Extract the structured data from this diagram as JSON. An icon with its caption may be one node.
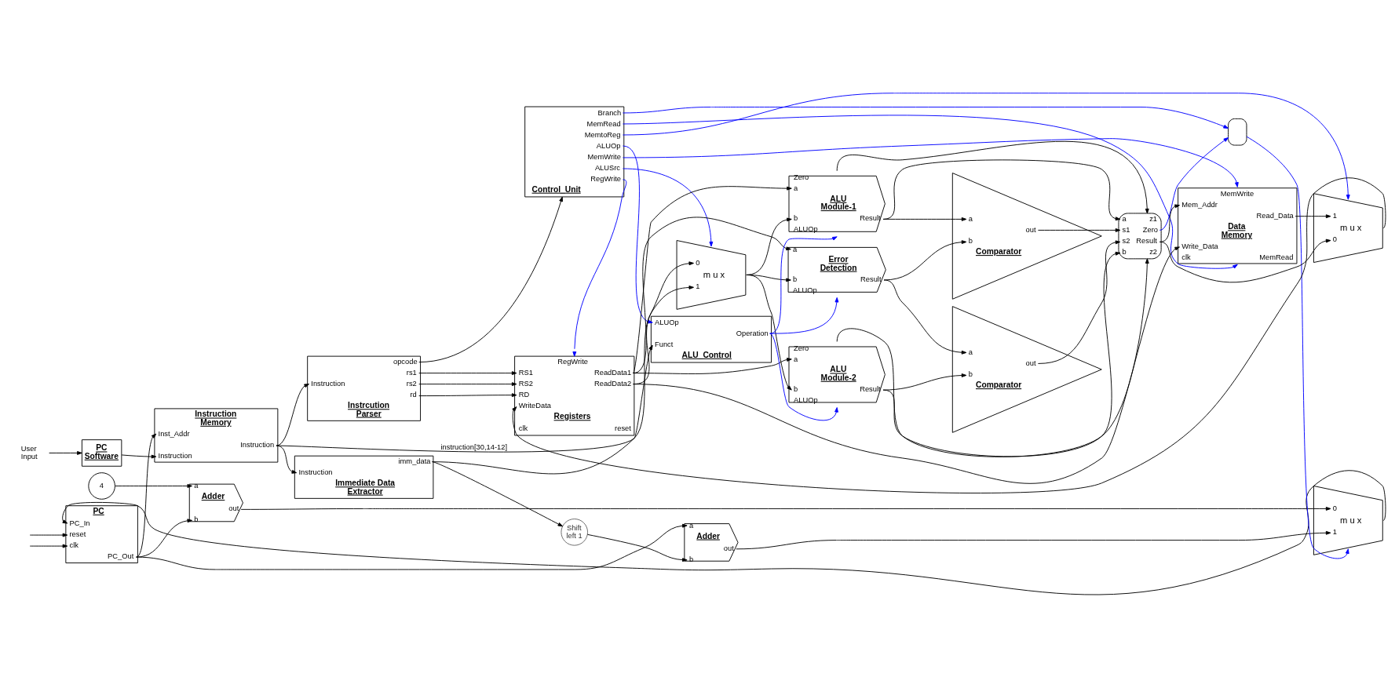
{
  "diagram": {
    "nodes": [
      {
        "text": [
          "0",
          "m u x",
          "1"
        ]
      },
      {
        "text": [
          "a",
          "Adder",
          "out",
          "b"
        ]
      },
      {
        "text": [
          "4"
        ]
      },
      {
        "text": [
          "a",
          "Adder",
          "out",
          "b"
        ]
      },
      {
        "text": [],
        "shape": "gate"
      },
      {
        "text": [
          "Shift left 1"
        ]
      },
      {
        "text": [
          "Branch",
          "MemRead",
          "MemtoReg",
          "ALUOp",
          "MemWrite",
          "ALUSrc",
          "RegWrite",
          "Control_Unit"
        ]
      },
      {
        "text": [
          "Zero",
          "a",
          "ALU Module-1",
          "Result",
          "b",
          "ALUOp"
        ]
      },
      {
        "text": [
          "PC",
          "PC_In",
          "reset",
          "clk",
          "PC_Out"
        ]
      },
      {
        "text": [
          "Instruction Memory",
          "Inst_Addr",
          "Instruction",
          "Instruction"
        ]
      },
      {
        "text": [
          "opcode",
          "rs1",
          "Instruction",
          "rs2",
          "rd",
          "Instrcution Parser"
        ]
      },
      {
        "text": [
          "RegWrite",
          "RS1",
          "ReadData1",
          "RS2",
          "ReadData2",
          "RD",
          "WriteData",
          "Registers",
          "clk",
          "reset"
        ]
      },
      {
        "text": [
          "a",
          "out",
          "b",
          "Comparator"
        ]
      },
      {
        "text": [
          "a",
          "z1",
          "s1",
          "Zero",
          "s2",
          "Result",
          "b",
          "z2"
        ]
      },
      {
        "text": [
          "a",
          "Error Detection",
          "Result",
          "b",
          "ALUOp"
        ]
      },
      {
        "text": [
          "MemWrite",
          "Mem_Addr",
          "Read_Data",
          "Data Memory",
          "Write_Data",
          "MemRead",
          "clk"
        ]
      },
      {
        "text": [
          "User Input"
        ]
      },
      {
        "text": [
          "PC Software"
        ]
      },
      {
        "text": [
          "0",
          "m u x",
          "1"
        ]
      },
      {
        "text": [
          "1",
          "m u x",
          "0"
        ]
      },
      {
        "text": [
          "a",
          "out",
          "b",
          "Comparator"
        ]
      },
      {
        "text": [
          "Zero",
          "a",
          "ALU Module-2",
          "Result",
          "b",
          "ALUOp"
        ]
      },
      {
        "text": [
          "imm_data",
          "Instruction",
          "Immediate Data Extractor"
        ]
      },
      {
        "text": [
          "ALUOp",
          "Operation",
          "Funct",
          "ALU_Control"
        ]
      }
    ],
    "edges": [
      {
        "from": 0,
        "to": 8,
        "arrow": "to"
      },
      {
        "from": 2,
        "to": 3,
        "arrow": "to"
      },
      {
        "from": 8,
        "to": 3,
        "arrow": "to"
      },
      {
        "from": 8,
        "to": 1,
        "arrow": "to"
      },
      {
        "from": 8,
        "to": 9,
        "arrow": "to"
      },
      {
        "from": null,
        "to": 8,
        "arrow": "to"
      },
      {
        "from": null,
        "to": 8,
        "arrow": "to"
      },
      {
        "from": 3,
        "to": 0,
        "arrow": "to"
      },
      {
        "from": 5,
        "to": 1,
        "arrow": "to"
      },
      {
        "from": 1,
        "to": 0,
        "arrow": "to"
      },
      {
        "from": 4,
        "to": 0,
        "arrow": "to",
        "color": "#0000ff"
      },
      {
        "from": 16,
        "to": 17,
        "arrow": "to"
      },
      {
        "from": 17,
        "to": 9,
        "arrow": "to"
      },
      {
        "from": 9,
        "to": 10,
        "arrow": "to"
      },
      {
        "from": 9,
        "to": 22,
        "arrow": "to"
      },
      {
        "from": 9,
        "to": 23,
        "arrow": "to",
        "label": "instruction[30,14-12]"
      },
      {
        "from": 10,
        "to": 6,
        "arrow": "to"
      },
      {
        "from": 10,
        "to": 11,
        "arrow": "to"
      },
      {
        "from": 10,
        "to": 11,
        "arrow": "to"
      },
      {
        "from": 10,
        "to": 11,
        "arrow": "to"
      },
      {
        "from": 6,
        "to": 4,
        "arrow": "to",
        "color": "#0000ff"
      },
      {
        "from": 6,
        "to": 15,
        "arrow": "to",
        "color": "#0000ff"
      },
      {
        "from": 6,
        "to": 19,
        "arrow": "to",
        "color": "#0000ff"
      },
      {
        "from": 6,
        "to": 23,
        "arrow": "to",
        "color": "#0000ff"
      },
      {
        "from": 6,
        "to": 15,
        "arrow": "to",
        "color": "#0000ff"
      },
      {
        "from": 6,
        "to": 18,
        "arrow": "to",
        "color": "#0000ff"
      },
      {
        "from": 6,
        "to": 11,
        "arrow": "to",
        "color": "#0000ff"
      },
      {
        "from": 11,
        "to": 7,
        "arrow": "to"
      },
      {
        "from": 11,
        "to": 14,
        "arrow": "to"
      },
      {
        "from": 11,
        "to": 21,
        "arrow": "to"
      },
      {
        "from": 11,
        "to": 18,
        "arrow": "to"
      },
      {
        "from": 11,
        "to": 15,
        "arrow": "to"
      },
      {
        "from": 22,
        "to": 18,
        "arrow": "to"
      },
      {
        "from": 22,
        "to": 5,
        "arrow": "to"
      },
      {
        "from": 18,
        "to": 7,
        "arrow": "to"
      },
      {
        "from": 18,
        "to": 14,
        "arrow": "to"
      },
      {
        "from": 18,
        "to": 21,
        "arrow": "to"
      },
      {
        "from": 23,
        "to": 7,
        "arrow": "to",
        "color": "#0000ff"
      },
      {
        "from": 23,
        "to": 14,
        "arrow": "to",
        "color": "#0000ff"
      },
      {
        "from": 23,
        "to": 21,
        "arrow": "to",
        "color": "#0000ff"
      },
      {
        "from": 7,
        "to": 12,
        "arrow": "to"
      },
      {
        "from": 7,
        "to": 13,
        "arrow": "to"
      },
      {
        "from": 7,
        "to": 13,
        "arrow": "to"
      },
      {
        "from": 14,
        "to": 12,
        "arrow": "to"
      },
      {
        "from": 14,
        "to": 20,
        "arrow": "to"
      },
      {
        "from": 21,
        "to": 20,
        "arrow": "to"
      },
      {
        "from": 21,
        "to": 13,
        "arrow": "to"
      },
      {
        "from": 21,
        "to": 13,
        "arrow": "to"
      },
      {
        "from": 12,
        "to": 13,
        "arrow": "to"
      },
      {
        "from": 20,
        "to": 13,
        "arrow": "to"
      },
      {
        "from": 13,
        "to": 4,
        "arrow": "to",
        "color": "#0000ff"
      },
      {
        "from": 13,
        "to": 15,
        "arrow": "to"
      },
      {
        "from": 13,
        "to": 19,
        "arrow": "to"
      },
      {
        "from": 15,
        "to": 19,
        "arrow": "to"
      },
      {
        "from": 19,
        "to": 11,
        "arrow": "to"
      }
    ]
  }
}
